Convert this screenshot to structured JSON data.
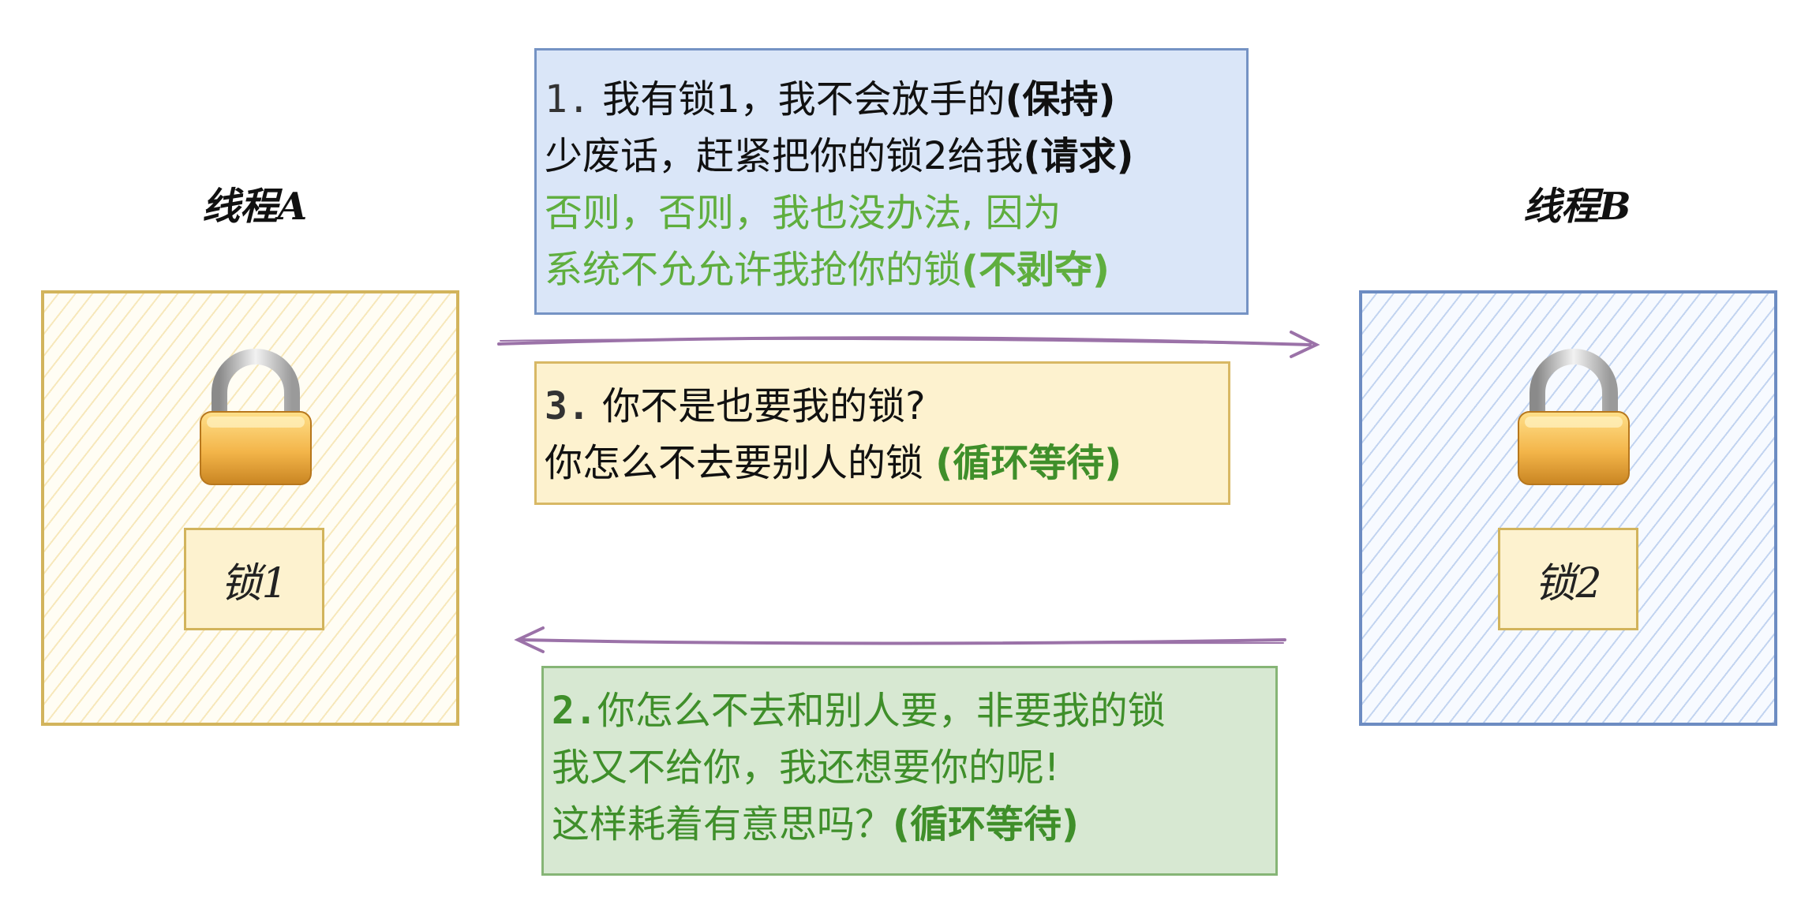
{
  "thread_a": {
    "title": "线程A",
    "lock_label": "锁1"
  },
  "thread_b": {
    "title": "线程B",
    "lock_label": "锁2"
  },
  "message_1": {
    "number": "1.",
    "line1_text": "我有锁1，我不会放手的",
    "line1_tag": "(保持)",
    "line2_text": "少废话，赶紧把你的锁2给我",
    "line2_tag": "(请求)",
    "line3_text": "否则，否则，我也没办法, 因为",
    "line4_text": "系统不允允许我抢你的锁",
    "line4_tag": "(不剥夺)"
  },
  "message_3": {
    "number": "3.",
    "line1_text": "你不是也要我的锁?",
    "line2_text": "你怎么不去要别人的锁",
    "line2_tag": "(循环等待)"
  },
  "message_2": {
    "number": "2.",
    "line1_text": "你怎么不去和别人要，非要我的锁",
    "line2_text": "我又不给你，我还想要你的呢!",
    "line3_text": "这样耗着有意思吗？",
    "line3_tag": "(循环等待)"
  },
  "colors": {
    "thread_a_border": "#d2b45c",
    "thread_b_border": "#6d8cc2",
    "message_1_bg": "#dae6f8",
    "message_3_bg": "#fdf2cf",
    "message_2_bg": "#d7e8d2",
    "arrow": "#9b72a8",
    "highlight_green": "#5fae3e"
  }
}
